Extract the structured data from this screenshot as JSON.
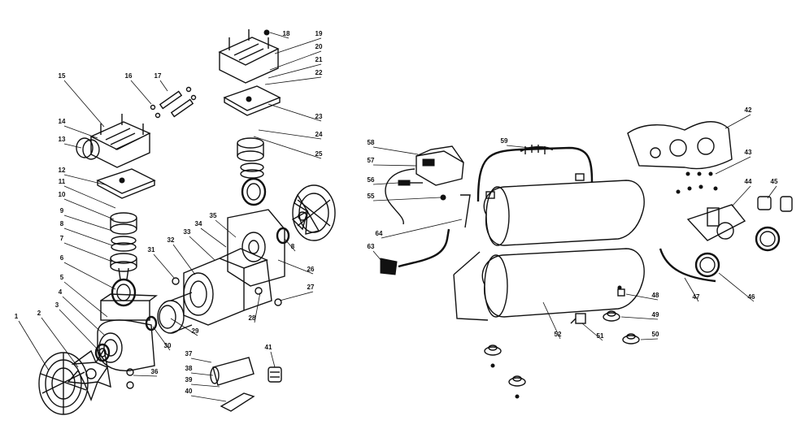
{
  "diagram": {
    "callouts": [
      {
        "label": "1"
      },
      {
        "label": "2"
      },
      {
        "label": "3"
      },
      {
        "label": "4"
      },
      {
        "label": "5"
      },
      {
        "label": "6"
      },
      {
        "label": "7"
      },
      {
        "label": "8"
      },
      {
        "label": "9"
      },
      {
        "label": "10"
      },
      {
        "label": "11"
      },
      {
        "label": "12"
      },
      {
        "label": "13"
      },
      {
        "label": "14"
      },
      {
        "label": "15"
      },
      {
        "label": "16"
      },
      {
        "label": "17"
      },
      {
        "label": "18"
      },
      {
        "label": "19"
      },
      {
        "label": "20"
      },
      {
        "label": "21"
      },
      {
        "label": "22"
      },
      {
        "label": "23"
      },
      {
        "label": "24"
      },
      {
        "label": "25"
      },
      {
        "label": "26"
      },
      {
        "label": "27"
      },
      {
        "label": "28"
      },
      {
        "label": "29"
      },
      {
        "label": "30"
      },
      {
        "label": "31"
      },
      {
        "label": "32"
      },
      {
        "label": "33"
      },
      {
        "label": "34"
      },
      {
        "label": "35"
      },
      {
        "label": "36"
      },
      {
        "label": "37"
      },
      {
        "label": "38"
      },
      {
        "label": "39"
      },
      {
        "label": "40"
      },
      {
        "label": "41"
      },
      {
        "label": "42"
      },
      {
        "label": "43"
      },
      {
        "label": "44"
      },
      {
        "label": "45"
      },
      {
        "label": "46"
      },
      {
        "label": "47"
      },
      {
        "label": "48"
      },
      {
        "label": "49"
      },
      {
        "label": "50"
      },
      {
        "label": "51"
      },
      {
        "label": "52"
      },
      {
        "label": "55"
      },
      {
        "label": "56"
      },
      {
        "label": "57"
      },
      {
        "label": "58"
      },
      {
        "label": "59"
      },
      {
        "label": "63"
      },
      {
        "label": "64"
      },
      {
        "label": "8"
      }
    ]
  }
}
